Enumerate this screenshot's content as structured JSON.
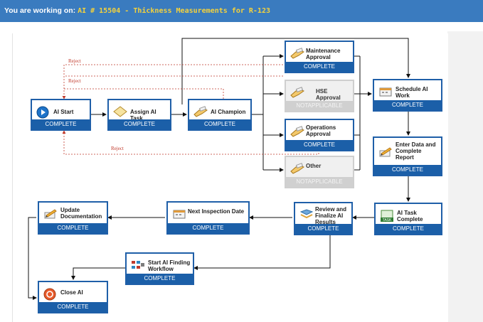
{
  "header": {
    "prefix": "You are working on: ",
    "ai_title": "AI # 15504 - Thickness Measurements for R-123"
  },
  "workflow": {
    "reject_label": "Reject",
    "nodes": {
      "ai_start": {
        "label": "AI Start",
        "status": "COMPLETE",
        "icon": "play-icon"
      },
      "assign_ai_task": {
        "label": "Assign AI Task",
        "status": "COMPLETE",
        "icon": "diamond-icon"
      },
      "ai_champion": {
        "label": "AI Champion",
        "status": "COMPLETE",
        "icon": "hand-icon"
      },
      "maintenance_approval": {
        "label": "Maintenance Approval",
        "status": "COMPLETE",
        "icon": "hand-icon"
      },
      "hse_approval": {
        "label": "HSE Approval",
        "status": "NOTAPPLICABLE",
        "icon": "hand-icon"
      },
      "operations_approval": {
        "label": "Operations Approval",
        "status": "COMPLETE",
        "icon": "hand-icon"
      },
      "other": {
        "label": "Other",
        "status": "NOTAPPLICABLE",
        "icon": "hand-icon"
      },
      "schedule_ai_work": {
        "label": "Schedule AI Work",
        "status": "COMPLETE",
        "icon": "calendar-icon"
      },
      "enter_data": {
        "label": "Enter Data and Complete Report",
        "status": "COMPLETE",
        "icon": "pencil-icon"
      },
      "ai_task_complete": {
        "label": "AI Task Complete",
        "status": "COMPLETE",
        "icon": "task-icon"
      },
      "review_finalize": {
        "label": "Review and Finalize AI Results",
        "status": "COMPLETE",
        "icon": "review-icon"
      },
      "next_inspection": {
        "label": "Next Inspection Date",
        "status": "COMPLETE",
        "icon": "calendar-icon"
      },
      "update_documentation": {
        "label": "Update Documentation",
        "status": "COMPLETE",
        "icon": "pencil-icon"
      },
      "start_finding_workflow": {
        "label": "Start AI Finding Workflow",
        "status": "COMPLETE",
        "icon": "workflow-icon"
      },
      "close_ai": {
        "label": "Close AI",
        "status": "COMPLETE",
        "icon": "stop-icon"
      }
    },
    "colors": {
      "box_border": "#1f5fa8",
      "status_bar": "#1b5fa8",
      "na_bar": "#d0d0d0",
      "reject": "#c0392b"
    }
  }
}
